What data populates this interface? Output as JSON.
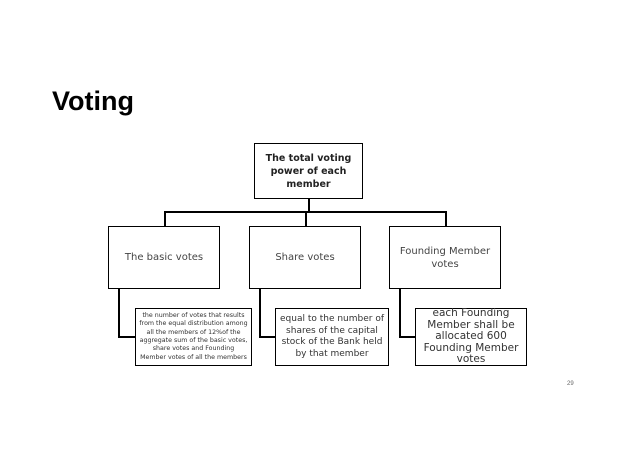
{
  "title": "Voting",
  "root": {
    "label": "The total voting power of each member"
  },
  "categories": [
    {
      "label": "The basic votes"
    },
    {
      "label": "Share votes"
    },
    {
      "label": "Founding Member votes"
    }
  ],
  "details": [
    {
      "text": "the number of votes that results from the equal distribution among all the members of 12%of the aggregate sum of the basic votes, share votes and Founding Member votes of all the members"
    },
    {
      "text": "equal to the number of shares of the capital stock of the Bank held by that member"
    },
    {
      "text": "each Founding Member shall be allocated 600 Founding Member votes"
    }
  ],
  "page_number": "29"
}
